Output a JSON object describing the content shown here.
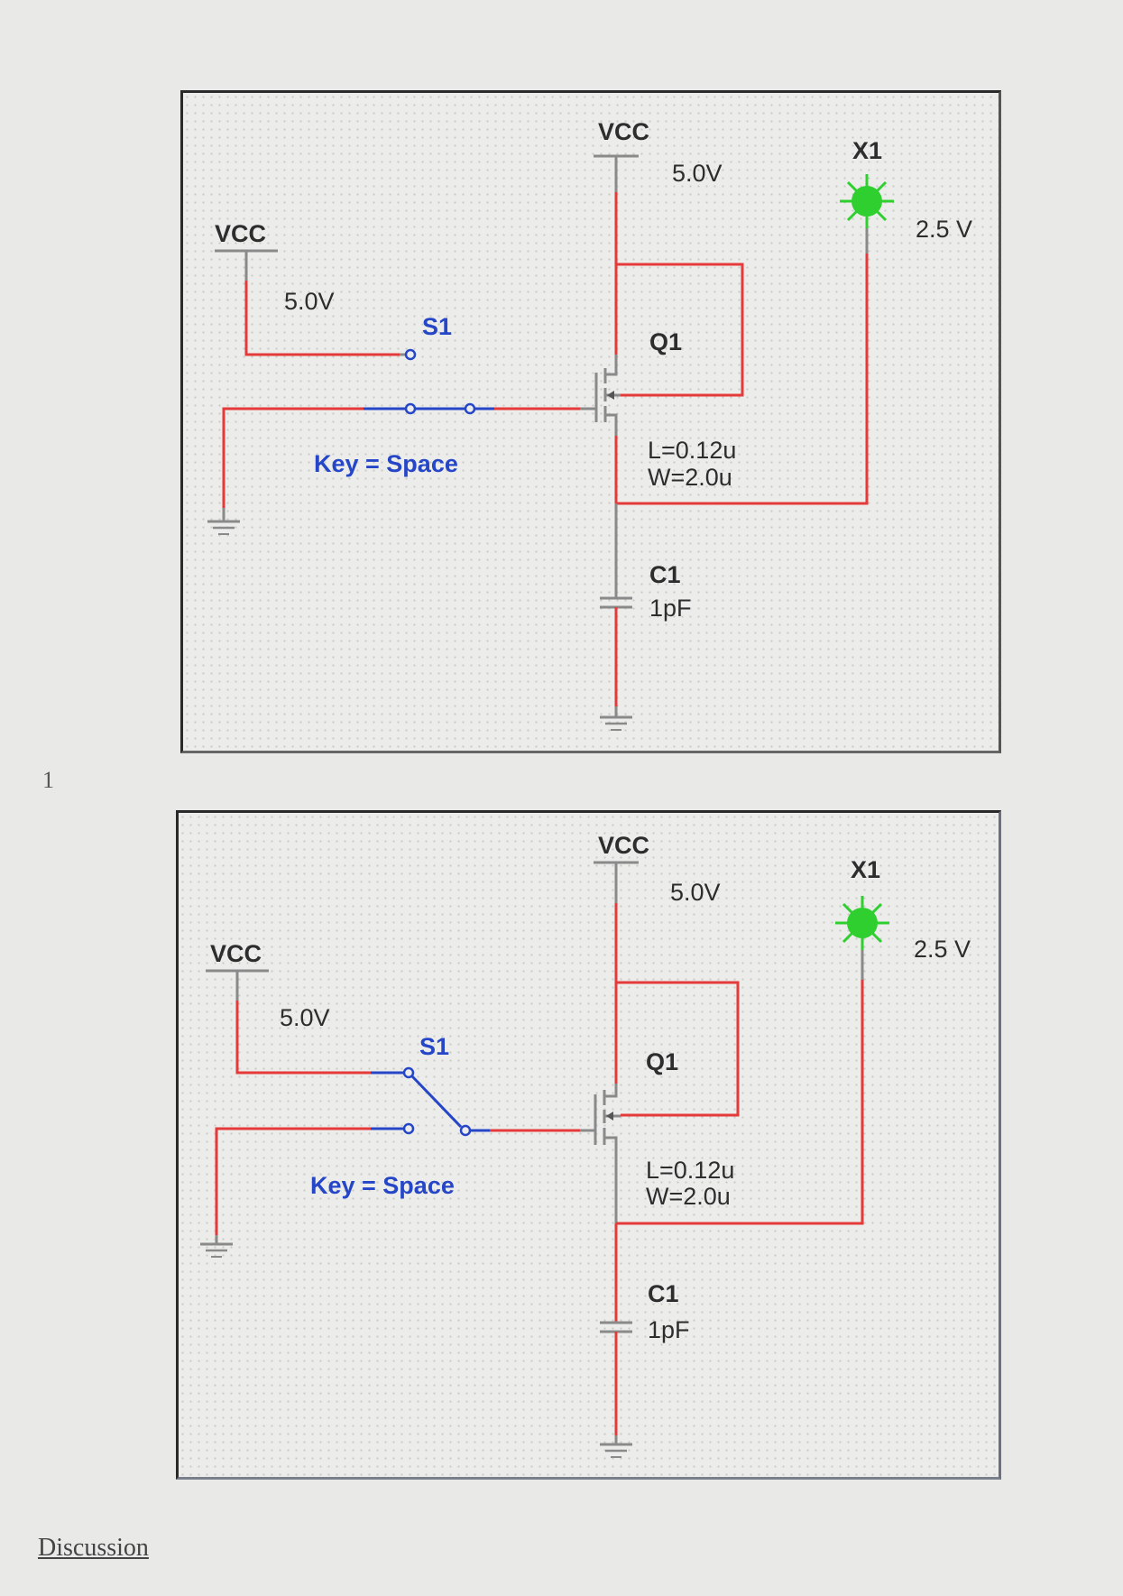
{
  "page": {
    "number": "1",
    "discussion_label": "Discussion"
  },
  "colors": {
    "wire_red": "#e43a3a",
    "wire_gray": "#8a8a8a",
    "switch_blue": "#2646c8",
    "probe_green": "#2fcf2f"
  },
  "diagrams": [
    {
      "switch_state": "closed-to-ground",
      "vcc_left": {
        "name": "VCC",
        "value": "5.0V"
      },
      "vcc_top": {
        "name": "VCC",
        "value": "5.0V"
      },
      "switch": {
        "name": "S1",
        "key": "Key = Space"
      },
      "transistor": {
        "name": "Q1",
        "length": "L=0.12u",
        "width": "W=2.0u"
      },
      "capacitor": {
        "name": "C1",
        "value": "1pF"
      },
      "probe": {
        "name": "X1",
        "reading": "2.5 V"
      }
    },
    {
      "switch_state": "closed-to-vcc",
      "vcc_left": {
        "name": "VCC",
        "value": "5.0V"
      },
      "vcc_top": {
        "name": "VCC",
        "value": "5.0V"
      },
      "switch": {
        "name": "S1",
        "key": "Key = Space"
      },
      "transistor": {
        "name": "Q1",
        "length": "L=0.12u",
        "width": "W=2.0u"
      },
      "capacitor": {
        "name": "C1",
        "value": "1pF"
      },
      "probe": {
        "name": "X1",
        "reading": "2.5 V"
      }
    }
  ]
}
